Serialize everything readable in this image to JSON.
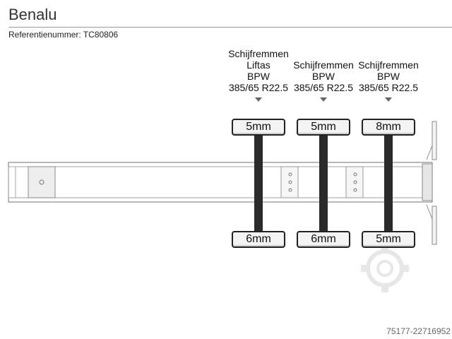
{
  "header": {
    "title": "Benalu",
    "reference": "Referentienummer: TC80806"
  },
  "axles": [
    {
      "info": [
        "Schijfremmen",
        "Liftas",
        "BPW",
        "385/65 R22.5"
      ],
      "tyre_top": "5mm",
      "tyre_bottom": "6mm"
    },
    {
      "info": [
        "Schijfremmen",
        "BPW",
        "385/65 R22.5"
      ],
      "tyre_top": "5mm",
      "tyre_bottom": "6mm"
    },
    {
      "info": [
        "Schijfremmen",
        "BPW",
        "385/65 R22.5"
      ],
      "tyre_top": "8mm",
      "tyre_bottom": "5mm"
    }
  ],
  "footer": {
    "listing_id": "75177-22716952"
  },
  "colors": {
    "frame_stroke": "#8a8a8a",
    "axle": "#2a2a2a",
    "pointer": "#666666"
  },
  "icons": {
    "pointer": "triangle-down-icon",
    "watermark": "gear-watermark-icon"
  }
}
